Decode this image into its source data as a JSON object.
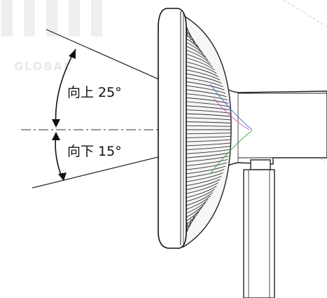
{
  "watermark": {
    "text": "GLOBAL"
  },
  "tilt": {
    "up_label": "向上 25°",
    "down_label": "向下 15°"
  }
}
